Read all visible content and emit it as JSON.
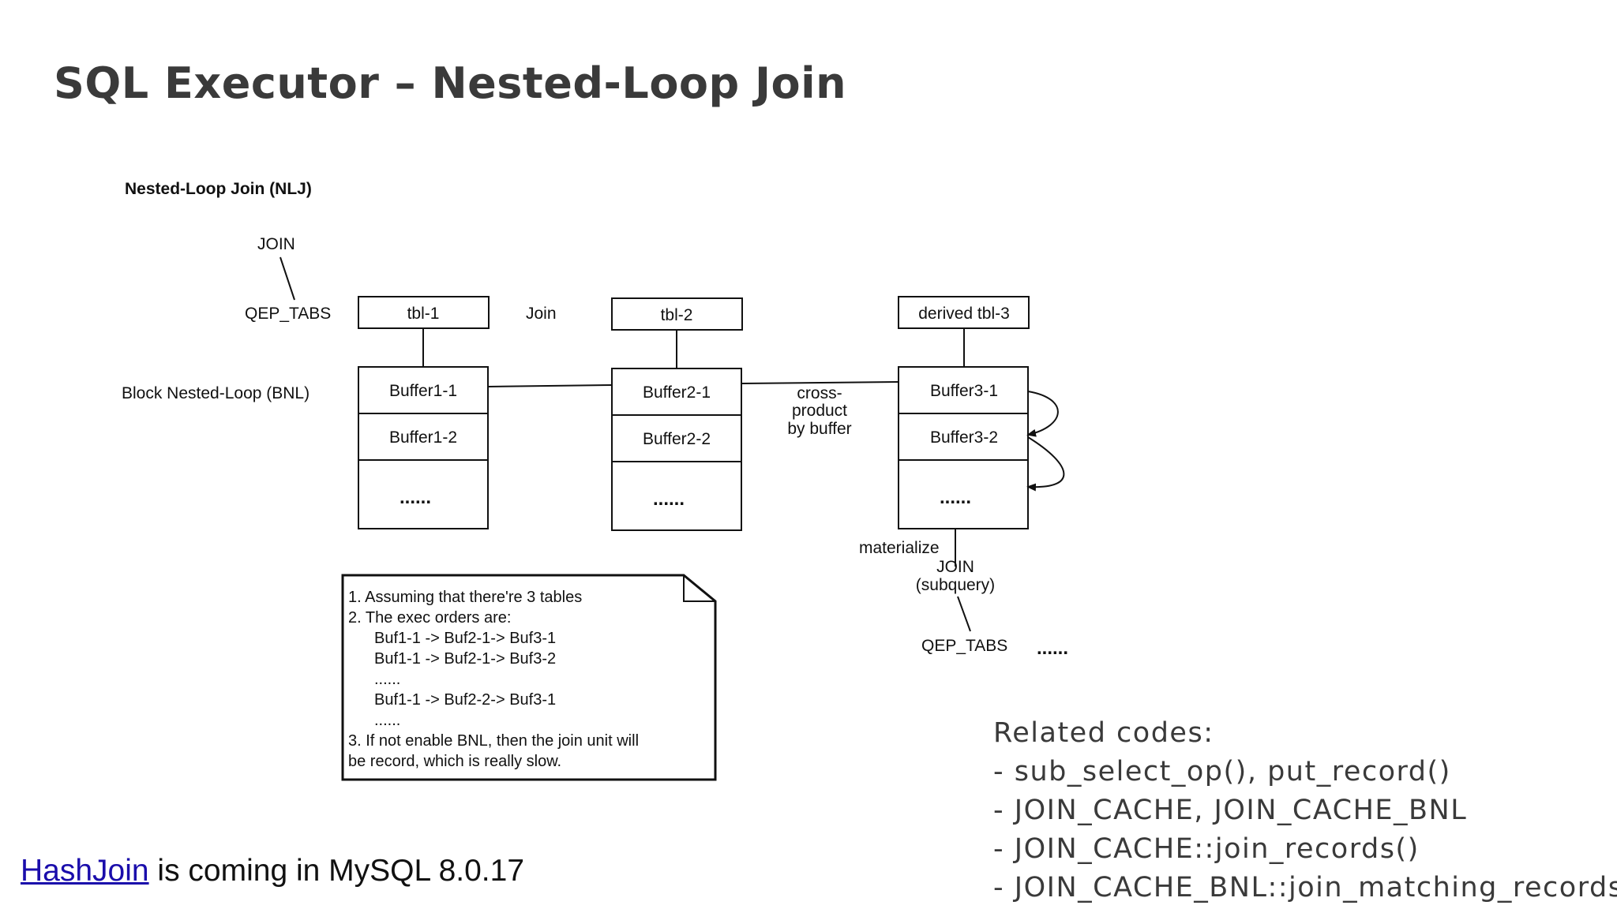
{
  "slide": {
    "title": "SQL Executor – Nested-Loop Join"
  },
  "diagram": {
    "heading": "Nested-Loop Join (NLJ)",
    "join_label": "JOIN",
    "qep_tabs_label": "QEP_TABS",
    "bnl_label": "Block Nested-Loop (BNL)",
    "between_join": "Join",
    "tables": [
      {
        "name": "tbl-1",
        "buffers": [
          "Buffer1-1",
          "Buffer1-2",
          "......"
        ]
      },
      {
        "name": "tbl-2",
        "buffers": [
          "Buffer2-1",
          "Buffer2-2",
          "......"
        ]
      },
      {
        "name": "derived tbl-3",
        "buffers": [
          "Buffer3-1",
          "Buffer3-2",
          "......"
        ]
      }
    ],
    "cross_product": [
      "cross-",
      "product",
      "by buffer"
    ],
    "materialize": "materialize",
    "sub_join": [
      "JOIN",
      "(subquery)"
    ],
    "sub_qep_tabs": "QEP_TABS",
    "sub_ellipsis": "......",
    "note_lines": [
      "1. Assuming that there're 3 tables",
      "2. The exec orders are:",
      "Buf1-1 -> Buf2-1-> Buf3-1",
      "Buf1-1 -> Buf2-1-> Buf3-2",
      "......",
      "Buf1-1 -> Buf2-2-> Buf3-1",
      "......",
      "3. If not enable BNL, then the join unit will",
      "be record, which is really slow."
    ]
  },
  "related_codes": {
    "heading": "Related codes:",
    "items": [
      "- sub_select_op(), put_record()",
      "- JOIN_CACHE, JOIN_CACHE_BNL",
      "- JOIN_CACHE::join_records()",
      "- JOIN_CACHE_BNL::join_matching_records()"
    ]
  },
  "footer": {
    "link_text": "HashJoin",
    "rest_text": " is coming in MySQL 8.0.17"
  }
}
